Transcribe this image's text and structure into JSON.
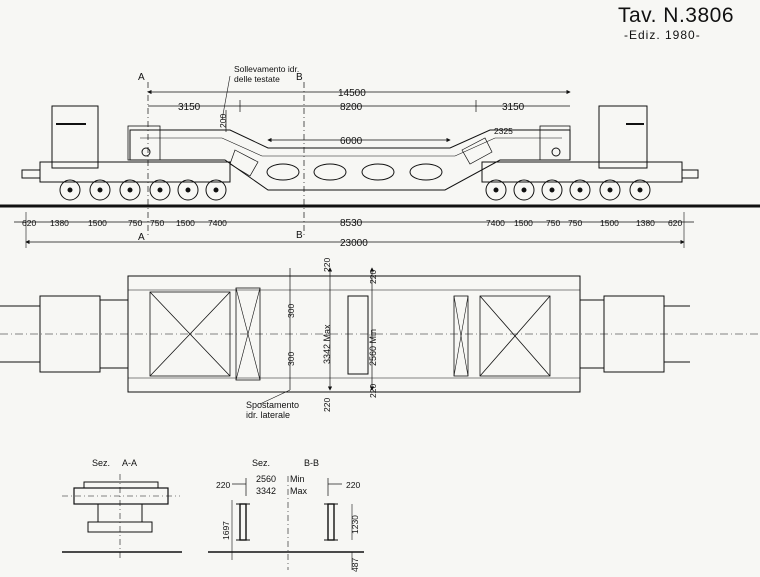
{
  "header": {
    "title": "Tav. N.3806",
    "edition": "-Ediz. 1980-"
  },
  "side_view": {
    "section_marks": [
      "A",
      "B",
      "A",
      "B"
    ],
    "lift_note_line1": "Sollevamento idr.",
    "lift_note_line2": "delle testate",
    "dim_overall_upper": "14500",
    "dim_left_end": "3150",
    "dim_center": "8200",
    "dim_right_end": "3150",
    "dim_inner": "6000",
    "dim_height": "200",
    "dim_right_small": "2325",
    "bottom_dims_left": [
      "620",
      "1380",
      "1500",
      "750",
      "750",
      "1500",
      "7400"
    ],
    "bottom_dim_center": "8530",
    "bottom_dims_right": [
      "7400",
      "1500",
      "750",
      "750",
      "1500",
      "1380",
      "620"
    ],
    "dim_total_length": "23000"
  },
  "plan_view": {
    "dim_top_220": "220",
    "dim_top_220b": "220",
    "dim_300_upper": "300",
    "dim_300_lower": "300",
    "dim_3342": "3342 Max",
    "dim_2560": "2560 Min",
    "dim_bottom_220": "220",
    "dim_bottom_220b": "220",
    "shift_note_line1": "Spostamento",
    "shift_note_line2": "idr. laterale"
  },
  "section_aa": {
    "label_sez": "Sez.",
    "label_name": "A-A"
  },
  "section_bb": {
    "label_sez": "Sez.",
    "label_name": "B-B",
    "dim_left": "220",
    "dim_right": "220",
    "dim_min_value": "2560",
    "dim_min_label": "Min",
    "dim_max_value": "3342",
    "dim_max_label": "Max",
    "dim_1697": "1697",
    "dim_1230": "1230",
    "dim_487": "487"
  }
}
